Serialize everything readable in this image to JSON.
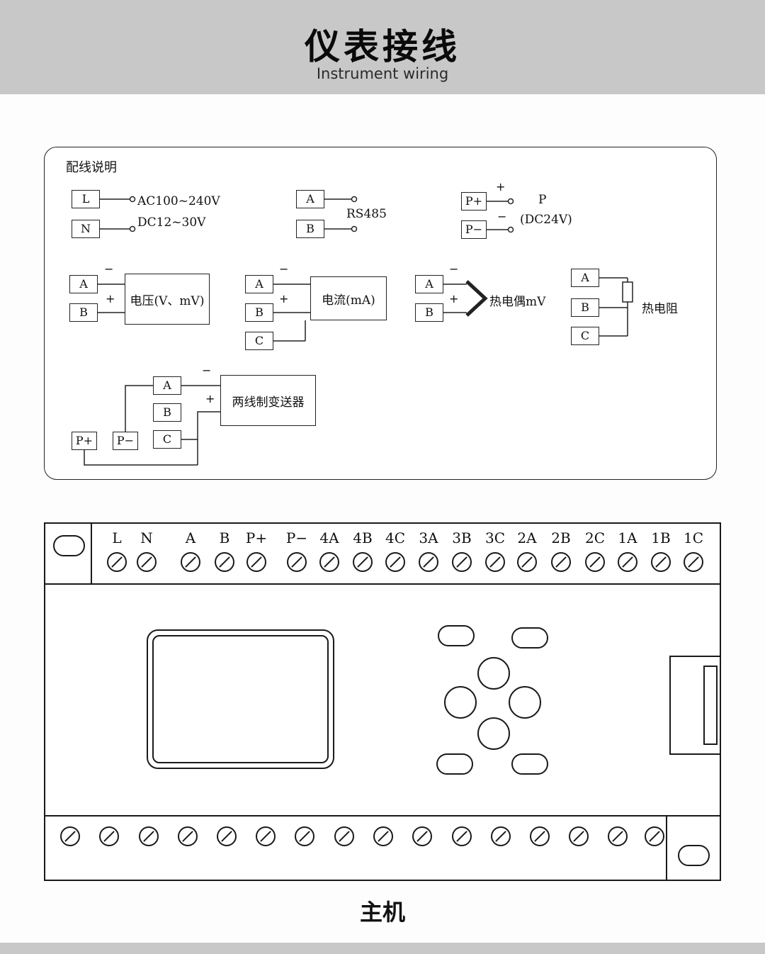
{
  "colors": {
    "banner_bg": "#c8c8c8",
    "line_color": "#1a1a1a"
  },
  "header": {
    "title": "仪表接线",
    "subtitle": "Instrument wiring"
  },
  "wiring": {
    "title": "配线说明",
    "power": {
      "t1": "L",
      "t2": "N",
      "line1": "AC100~240V",
      "line2": "DC12~30V"
    },
    "rs485": {
      "t1": "A",
      "t2": "B",
      "label": "RS485"
    },
    "dc24": {
      "t1": "P+",
      "t2": "P−",
      "plus": "+",
      "minus": "−",
      "label1": "P",
      "label2": "(DC24V)"
    },
    "voltage": {
      "t1": "A",
      "t2": "B",
      "minus": "−",
      "plus": "+",
      "label": "电压(V、mV)"
    },
    "current": {
      "t1": "A",
      "t2": "B",
      "t3": "C",
      "minus": "−",
      "plus": "+",
      "label": "电流(mA)"
    },
    "thermocouple": {
      "t1": "A",
      "t2": "B",
      "minus": "−",
      "plus": "+",
      "label": "热电偶mV"
    },
    "rtd": {
      "t1": "A",
      "t2": "B",
      "t3": "C",
      "label": "热电阻"
    },
    "transmitter": {
      "t1": "A",
      "t2": "B",
      "t3": "C",
      "p1": "P+",
      "p2": "P−",
      "minus": "−",
      "plus": "+",
      "label": "两线制变送器"
    }
  },
  "device": {
    "top_terminals": [
      "L",
      "N",
      "A",
      "B",
      "P+",
      "P−",
      "4A",
      "4B",
      "4C",
      "3A",
      "3B",
      "3C",
      "2A",
      "2B",
      "2C",
      "1A",
      "1B",
      "1C"
    ],
    "label": "主机"
  }
}
